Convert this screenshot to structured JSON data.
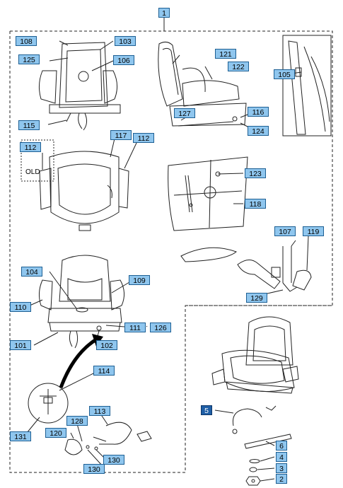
{
  "diagram": {
    "labels": {
      "c1": "1",
      "c108": "108",
      "c103": "103",
      "c125": "125",
      "c106": "106",
      "c121": "121",
      "c122": "122",
      "c105": "105",
      "c127": "127",
      "c116": "116",
      "c115": "115",
      "c124": "124",
      "c117": "117",
      "c112a": "112",
      "c112b": "112",
      "c123": "123",
      "c118": "118",
      "c107": "107",
      "c119": "119",
      "c104": "104",
      "c109": "109",
      "c110": "110",
      "c129": "129",
      "c111": "111",
      "c126": "126",
      "c101": "101",
      "c102": "102",
      "c114": "114",
      "c113": "113",
      "c128": "128",
      "c131": "131",
      "c120": "120",
      "c130a": "130",
      "c130b": "130",
      "c5": "5",
      "c6": "6",
      "c4": "4",
      "c3": "3",
      "c2": "2"
    },
    "old_label": "OLD",
    "dot_separator": "·",
    "colors": {
      "callout_fill": "#8fc6ee",
      "callout_border": "#1d5f93",
      "callout_dark": "#1f5fa6",
      "line": "#222222"
    }
  }
}
